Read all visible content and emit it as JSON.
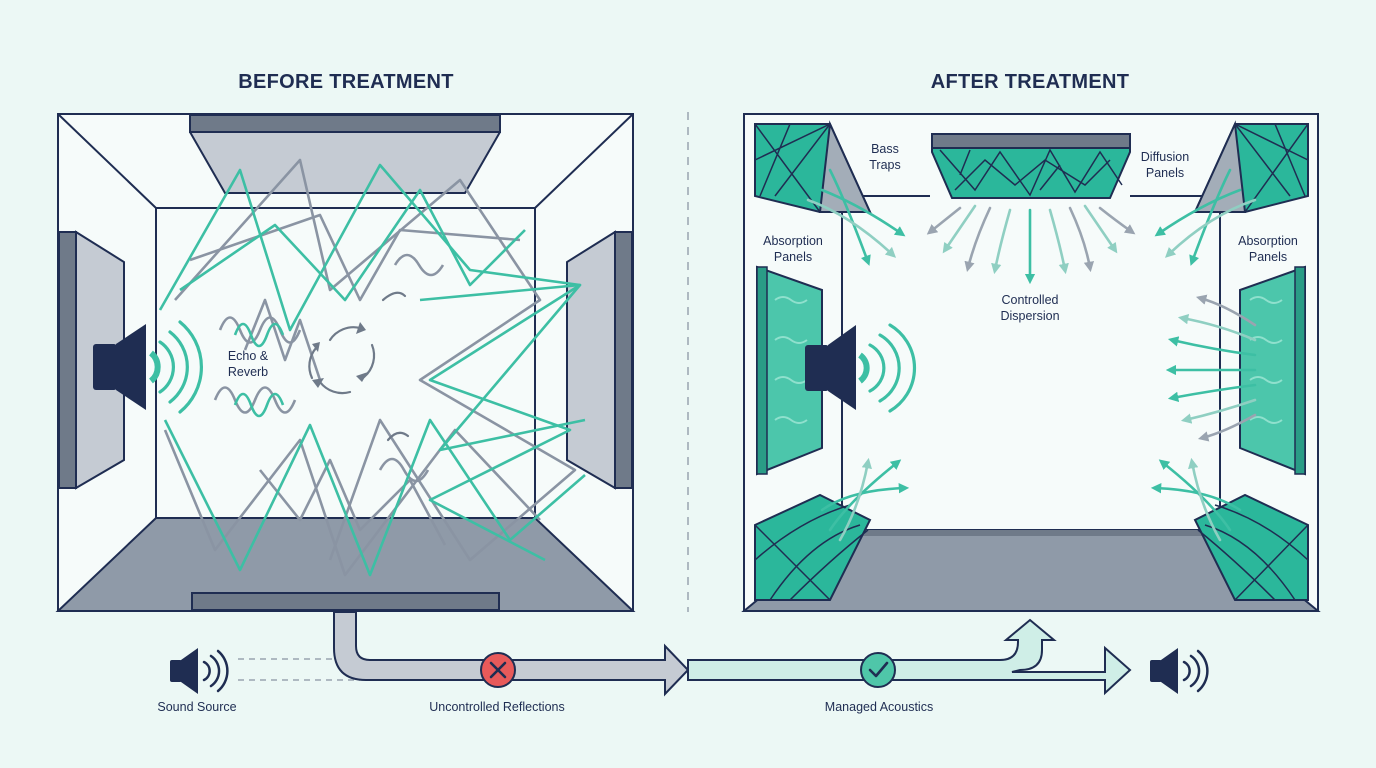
{
  "colors": {
    "background": "#ecf8f5",
    "outline": "#1f2d52",
    "teal": "#3dbfa4",
    "teal_dark": "#1d8f7c",
    "wall_gray": "#8f9aa8",
    "wall_light": "#c5cbd3",
    "reflection_gray": "#8a94a3",
    "error_red": "#e85a5a",
    "success_teal": "#4fc6a9"
  },
  "before": {
    "title": "BEFORE TREATMENT",
    "label_echo": "Echo &",
    "label_reverb": "Reverb"
  },
  "after": {
    "title": "AFTER TREATMENT",
    "bass_traps": [
      "Bass",
      "Traps"
    ],
    "diffusion_panels": [
      "Diffusion",
      "Panels"
    ],
    "absorption_left": [
      "Absorption",
      "Panels"
    ],
    "absorption_right": [
      "Absorption",
      "Panels"
    ],
    "controlled_dispersion": [
      "Controlled",
      "Dispersion"
    ]
  },
  "legend": {
    "sound_source": "Sound Source",
    "uncontrolled": "Uncontrolled Reflections",
    "managed": "Managed Acoustics"
  },
  "icons": {
    "speaker": "speaker-icon",
    "error": "x-circle-icon",
    "success": "check-circle-icon"
  }
}
